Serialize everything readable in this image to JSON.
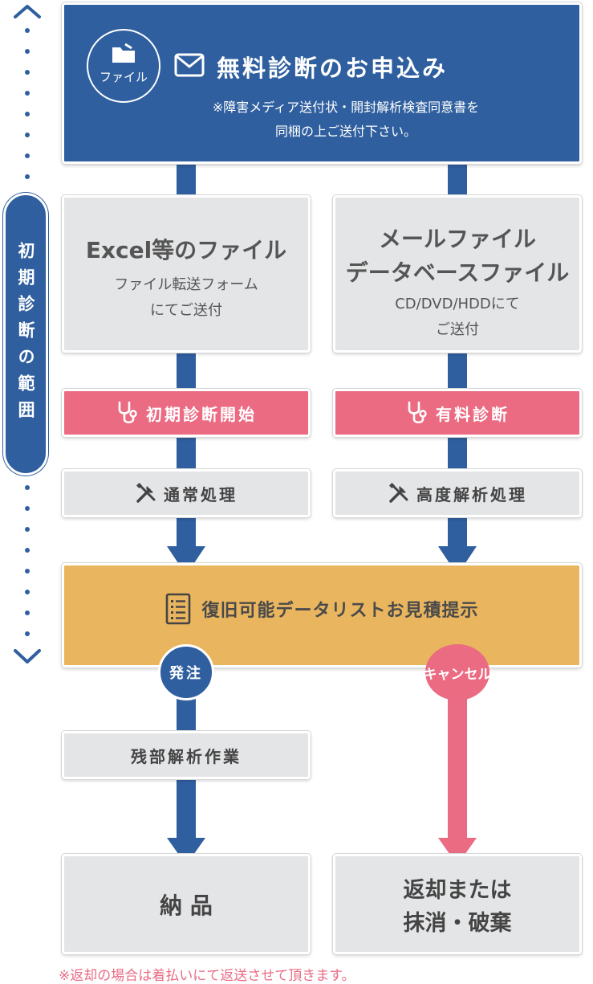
{
  "scope_bar": {
    "label": "初期診断の範囲"
  },
  "top_box": {
    "badge_label": "ファイル",
    "title": "無料診断のお申込み",
    "note_line1": "※障害メディア送付状・開封解析検査同意書を",
    "note_line2": "同梱の上ご送付下さい。"
  },
  "left_branch": {
    "source_title": "Excel等のファイル",
    "source_desc_line1": "ファイル転送フォーム",
    "source_desc_line2": "にてご送付",
    "diagnosis": "初期診断開始",
    "process": "通常処理"
  },
  "right_branch": {
    "source_title_line1": "メールファイル",
    "source_title_line2": "データベースファイル",
    "source_desc_line1": "CD/DVD/HDDにて",
    "source_desc_line2": "ご送付",
    "diagnosis": "有料診断",
    "process": "高度解析処理"
  },
  "estimate": {
    "label": "復旧可能データリストお見積提示"
  },
  "order_badge": {
    "label": "発注"
  },
  "cancel_badge": {
    "label": "キャンセル"
  },
  "remaining_work": {
    "label": "残部解析作業"
  },
  "delivery": {
    "label": "納 品"
  },
  "return_box": {
    "line1": "返却または",
    "line2": "抹消・破棄"
  },
  "footnote": "※返却の場合は着払いにて返送させて頂きます。",
  "colors": {
    "blue": "#2f5f9f",
    "pink": "#ea6b82",
    "gold": "#e9b55f",
    "gray": "#e4e5e7"
  },
  "icons": [
    "chevron-up-icon",
    "chevron-down-icon",
    "folder-icon",
    "mail-icon",
    "stethoscope-icon",
    "tools-icon",
    "list-document-icon",
    "arrow-down-icon"
  ]
}
